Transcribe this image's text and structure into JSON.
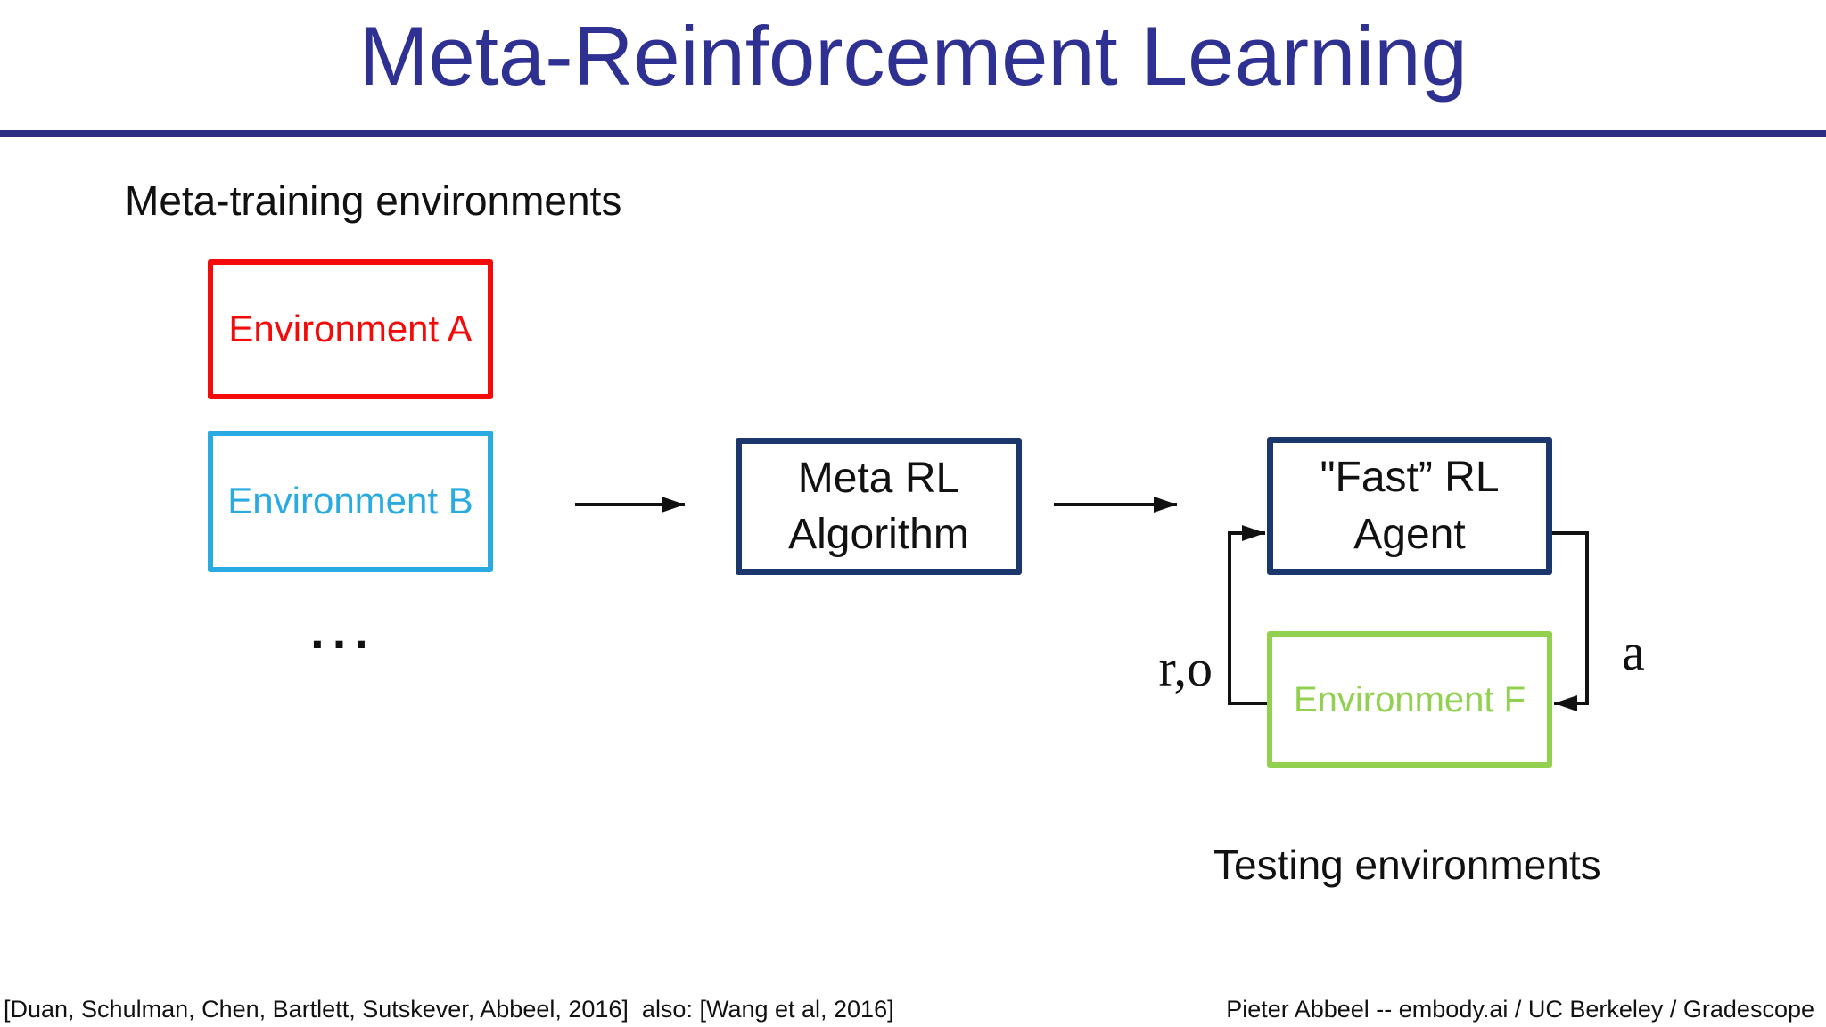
{
  "title": "Meta-Reinforcement Learning",
  "sections": {
    "meta_training": "Meta-training environments",
    "testing": "Testing environments",
    "ellipsis": "..."
  },
  "boxes": {
    "env_a": {
      "label": "Environment A"
    },
    "env_b": {
      "label": "Environment B"
    },
    "meta_rl": {
      "label": "Meta RL\nAlgorithm"
    },
    "agent": {
      "label": "\"Fast” RL\nAgent"
    },
    "env_f": {
      "label": "Environment F"
    }
  },
  "loop_labels": {
    "reward_observation": "r,o",
    "action": "a"
  },
  "footer": {
    "citation": "[Duan, Schulman, Chen, Bartlett, Sutskever, Abbeel, 2016]  also: [Wang et al, 2016]",
    "credit": "Pieter Abbeel -- embody.ai / UC Berkeley / Gradescope"
  },
  "colors": {
    "title": "#2E3192",
    "divider": "#2B2E80",
    "env_a": "#F50A0A",
    "env_b": "#29ABE2",
    "navy": "#1B376D",
    "env_f": "#92D050",
    "line": "#111111"
  }
}
